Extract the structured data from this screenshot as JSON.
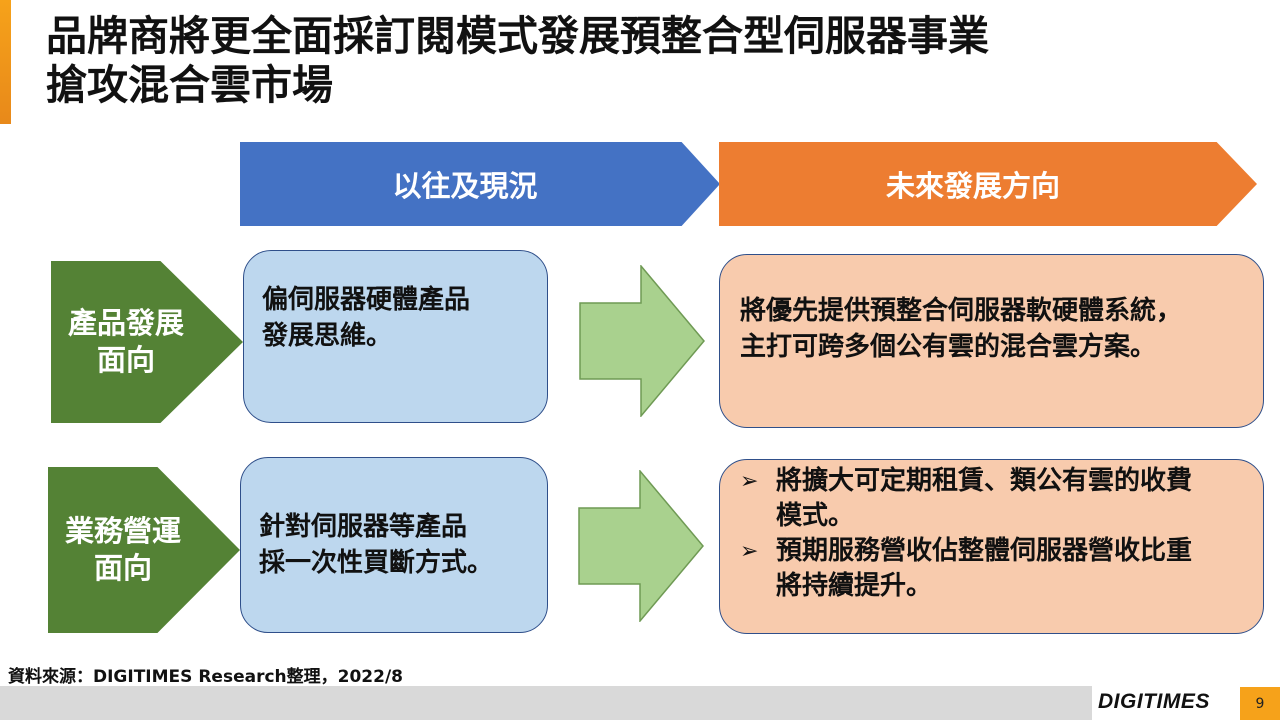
{
  "slide": {
    "title_lines": [
      "品牌商將更全面採訂閱模式發展預整合型伺服器事業",
      "搶攻混合雲市場"
    ],
    "page_number": "9"
  },
  "headers": {
    "past": "以往及現況",
    "future": "未來發展方向"
  },
  "rows": [
    {
      "label_lines": [
        "產品發展",
        "面向"
      ],
      "past_lines": [
        "偏伺服器硬體產品",
        "發展思維。"
      ],
      "future_lines": [
        "將優先提供預整合伺服器軟硬體系統，",
        "主打可跨多個公有雲的混合雲方案。"
      ]
    },
    {
      "label_lines": [
        "業務營運",
        "面向"
      ],
      "past_lines": [
        "針對伺服器等產品",
        "採一次性買斷方式。"
      ],
      "future_bullets": [
        {
          "lines": [
            "將擴大可定期租賃、類公有雲的收費",
            "模式。"
          ]
        },
        {
          "lines": [
            "預期服務營收佔整體伺服器營收比重",
            "將持續提升。"
          ]
        }
      ]
    }
  ],
  "bullet_glyph": "➢",
  "footer": {
    "source": "資料來源：DIGITIMES Research整理，2022/8",
    "logo_text": "DIGITIMES"
  },
  "colors": {
    "accent_orange": "#f6a21a",
    "header_past_blue": "#4472c4",
    "header_future_orange": "#ed7d31",
    "label_green": "#548235",
    "box_blue": "#bdd7ee",
    "box_orange": "#f8cbad",
    "arrow_green": "#a9d18e"
  }
}
